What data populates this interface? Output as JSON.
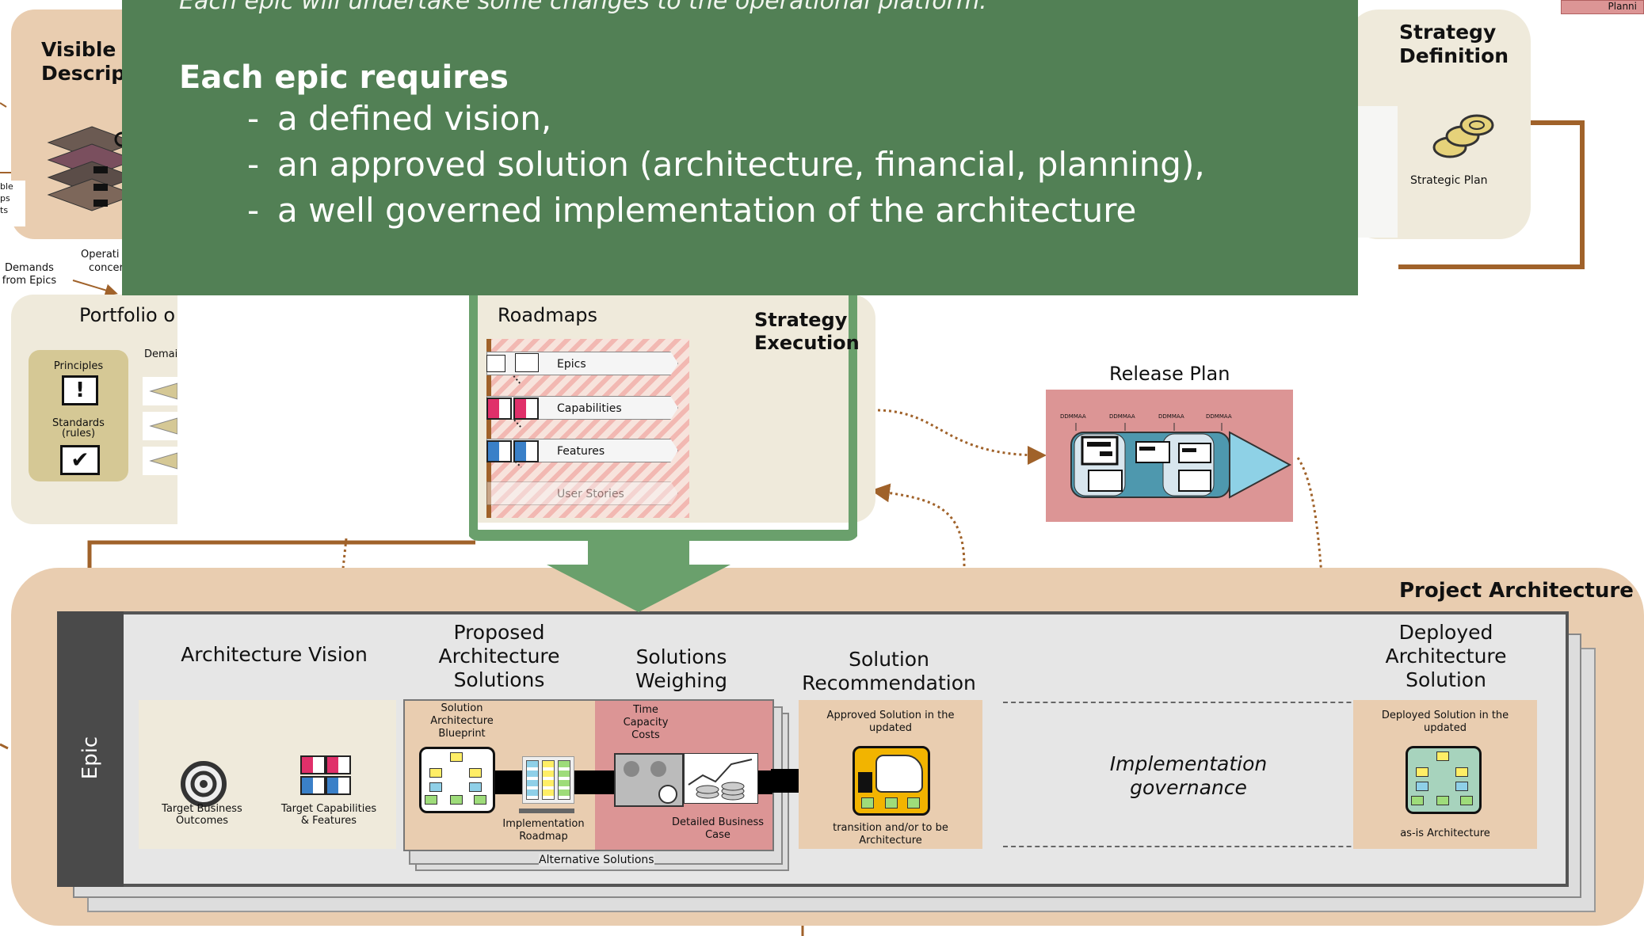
{
  "overlay": {
    "intro": "Each epic will undertake some changes to the operational platform.",
    "requires_title": "Each epic requires",
    "items": [
      "a defined vision,",
      "an approved solution (architecture, financial, planning),",
      "a well governed implementation of the architecture"
    ],
    "dash": "-"
  },
  "top_left": {
    "title": "Visible E",
    "subtitle": "Descripti",
    "fragment1": "ble",
    "fragment2": "ps",
    "fragment3": "ts",
    "demands_label": "Demands\nfrom Epics",
    "operational_label": "Operati",
    "operational_label2": "concer"
  },
  "strategy_definition": {
    "title": "Strategy\nDefinition",
    "plan_label": "Strategic Plan",
    "planning_fragment": "Planni"
  },
  "portfolio": {
    "title": "Portfolio o",
    "principles": "Principles",
    "standards": "Standards\n(rules)",
    "demand_fragment": "Demai"
  },
  "roadmaps": {
    "title": "Roadmaps",
    "exec_title": "Strategy\nExecution",
    "rows": [
      "Epics",
      "Capabilities",
      "Features",
      "User Stories"
    ]
  },
  "release_plan": {
    "title": "Release Plan",
    "ticks": [
      "DDMMAA",
      "DDMMAA",
      "DDMMAA",
      "DDMMAA"
    ]
  },
  "project": {
    "title": "Project Architecture",
    "epic_label": "Epic",
    "vision": {
      "header": "Architecture Vision",
      "outcomes": "Target Business\nOutcomes",
      "capabilities": "Target Capabilities\n& Features"
    },
    "proposed": {
      "header": "Proposed\nArchitecture\nSolutions",
      "blueprint": "Solution\nArchitecture\nBlueprint",
      "roadmap": "Implementation\nRoadmap",
      "alternatives": "Alternative Solutions"
    },
    "weighing": {
      "header": "Solutions\nWeighing",
      "tcc": "Time\nCapacity\nCosts",
      "business_case": "Detailed Business\nCase"
    },
    "recommendation": {
      "header": "Solution\nRecommendation",
      "top": "Approved Solution in the\nupdated",
      "bottom": "transition and/or to be\nArchitecture"
    },
    "governance": "Implementation\ngovernance",
    "deployed": {
      "header": "Deployed\nArchitecture\nSolution",
      "top": "Deployed Solution in the\nupdated",
      "bottom": "as-is Architecture"
    }
  },
  "colors": {
    "overlay_green": "#528055",
    "arrow_green": "#6aa06c",
    "beige": "#efeadb",
    "tan": "#e9cdb0",
    "pink": "#dc9595",
    "brown_line": "#a0622a"
  }
}
